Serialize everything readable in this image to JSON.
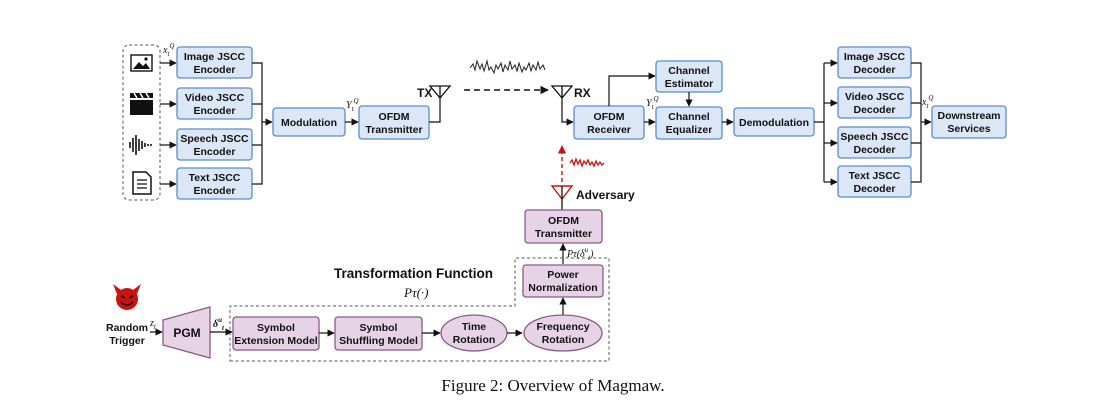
{
  "figure": {
    "caption": "Figure 2: Overview of Magmaw."
  },
  "encoders": {
    "image": [
      "Image JSCC",
      "Encoder"
    ],
    "video": [
      "Video JSCC",
      "Encoder"
    ],
    "speech": [
      "Speech JSCC",
      "Encoder"
    ],
    "text": [
      "Text JSCC",
      "Encoder"
    ]
  },
  "tx": {
    "modulation": "Modulation",
    "ofdm_tx": [
      "OFDM",
      "Transmitter"
    ],
    "antenna": "TX"
  },
  "rx": {
    "antenna": "RX",
    "ofdm_rx": [
      "OFDM",
      "Receiver"
    ],
    "channel_estimator": [
      "Channel",
      "Estimator"
    ],
    "channel_equalizer": [
      "Channel",
      "Equalizer"
    ],
    "demodulation": "Demodulation"
  },
  "decoders": {
    "image": [
      "Image JSCC",
      "Decoder"
    ],
    "video": [
      "Video JSCC",
      "Decoder"
    ],
    "speech": [
      "Speech JSCC",
      "Decoder"
    ],
    "text": [
      "Text JSCC",
      "Decoder"
    ]
  },
  "downstream": [
    "Downstream",
    "Services"
  ],
  "adversary": {
    "label": "Adversary",
    "ofdm_tx": [
      "OFDM",
      "Transmitter"
    ],
    "random_trigger": [
      "Random",
      "Trigger"
    ],
    "pgm": "PGM",
    "transformation_title": "Transformation Function",
    "transformation_symbol": "Pτ(·)",
    "symbol_extension": [
      "Symbol",
      "Extension Model"
    ],
    "symbol_shuffling": [
      "Symbol",
      "Shuffling Model"
    ],
    "time_rotation": [
      "Time",
      "Rotation"
    ],
    "frequency_rotation": [
      "Frequency",
      "Rotation"
    ],
    "power_normalization": [
      "Power",
      "Normalization"
    ]
  },
  "math": {
    "x_t_q": "x",
    "y_t_q": "Y",
    "y_hat_t_q": "Y",
    "x_hat_t_q": "x",
    "z_t": "z",
    "delta_t_u": "δ",
    "p_tau_delta": "Pτ(δ"
  },
  "colors": {
    "legit_fill": "#dbe6f6",
    "legit_stroke": "#5b8cc9",
    "adv_fill": "#e6d3e6",
    "adv_stroke": "#8a5a8a",
    "adversary_red": "#cc1111"
  },
  "icons": [
    "image-icon",
    "video-icon",
    "speech-icon",
    "text-icon",
    "devil-icon",
    "antenna-icon",
    "noise-signal-icon"
  ]
}
